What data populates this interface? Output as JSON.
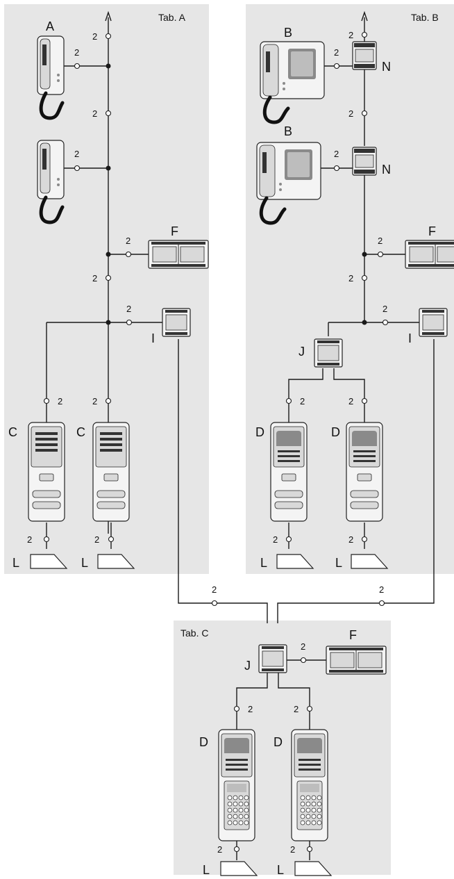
{
  "tabs": {
    "a": "Tab. A",
    "b": "Tab. B",
    "c": "Tab. C"
  },
  "labels": {
    "A": "A",
    "B": "B",
    "C": "C",
    "D": "D",
    "F": "F",
    "I": "I",
    "J": "J",
    "L": "L",
    "N": "N"
  },
  "wire_label": "2",
  "colors": {
    "panel": "#e6e6e6",
    "line": "#1a1a1a"
  }
}
